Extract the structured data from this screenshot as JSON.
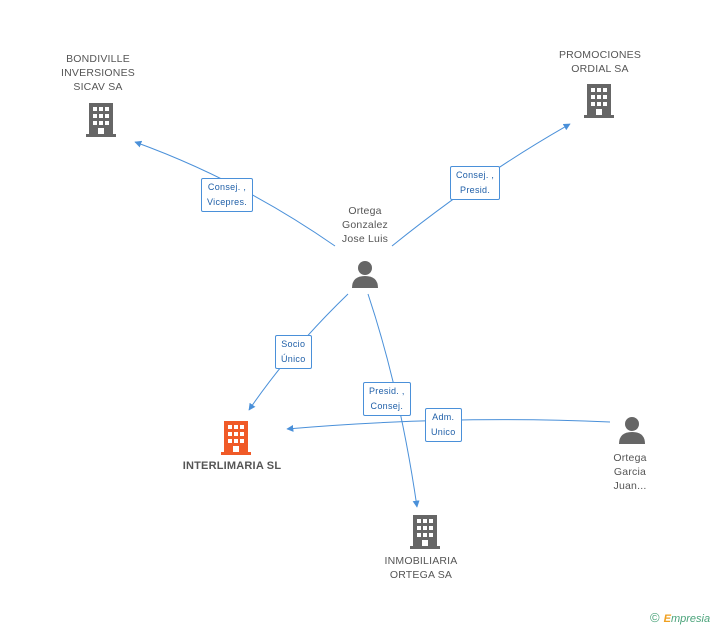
{
  "colors": {
    "edge": "#4a90d9",
    "building": "#666666",
    "focus_building": "#f05a28",
    "person": "#666666"
  },
  "nodes": {
    "bondiville": {
      "lines": [
        "BONDIVILLE",
        "INVERSIONES",
        "SICAV SA"
      ],
      "icon": "building-icon"
    },
    "promociones": {
      "lines": [
        "PROMOCIONES",
        "ORDIAL SA"
      ],
      "icon": "building-icon"
    },
    "ortega_jose": {
      "lines": [
        "Ortega",
        "Gonzalez",
        "Jose Luis"
      ],
      "icon": "person-icon"
    },
    "interlimaria": {
      "lines": [
        "INTERLIMARIA SL"
      ],
      "icon": "building-icon",
      "focus": true
    },
    "ortega_juan": {
      "lines": [
        "Ortega",
        "Garcia",
        "Juan..."
      ],
      "icon": "person-icon"
    },
    "inmobiliaria": {
      "lines": [
        "INMOBILIARIA",
        "ORTEGA SA"
      ],
      "icon": "building-icon"
    }
  },
  "edges": {
    "to_bondiville": {
      "lines": [
        "Consej. ,",
        "Vicepres."
      ]
    },
    "to_promociones": {
      "lines": [
        "Consej. ,",
        "Presid."
      ]
    },
    "to_interlimaria_socio": {
      "lines": [
        "Socio",
        "Único"
      ]
    },
    "to_inmobiliaria": {
      "lines": [
        "Presid. ,",
        "Consej."
      ]
    },
    "juan_to_interlimaria": {
      "lines": [
        "Adm.",
        "Unico"
      ]
    }
  },
  "brand": {
    "symbol": "©",
    "initial": "E",
    "rest": "mpresia"
  }
}
